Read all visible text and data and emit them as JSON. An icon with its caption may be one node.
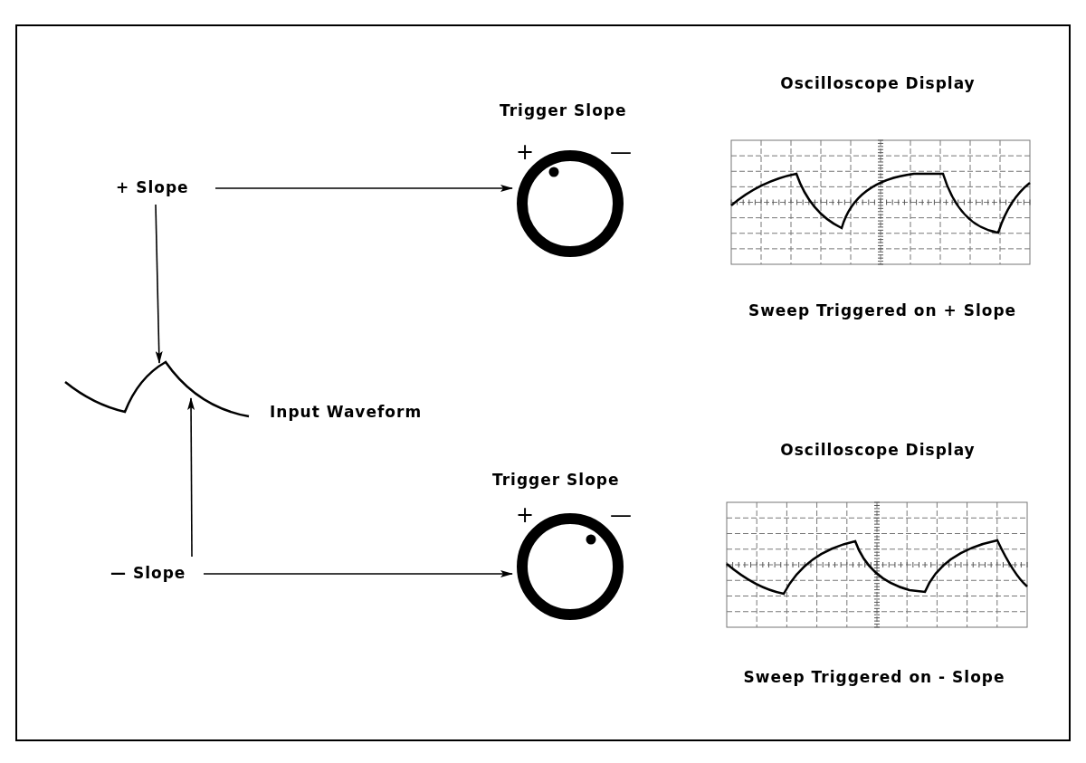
{
  "diagram": {
    "nodes": [
      {
        "text": [
          "+ Slope"
        ]
      },
      {
        "text": [
          "Trigger Slope"
        ],
        "beside": [
          "+",
          "—"
        ]
      },
      {
        "text": [],
        "shape": "waveform",
        "beside": [
          "Input Waveform"
        ]
      },
      {
        "text": [
          "— Slope"
        ]
      },
      {
        "text": [
          "Trigger Slope"
        ],
        "beside": [
          "+",
          "—"
        ]
      }
    ],
    "edges": [
      {
        "from": 0,
        "to": 1,
        "arrow": "to"
      },
      {
        "from": 0,
        "to": 2,
        "arrow": "to"
      },
      {
        "from": 3,
        "to": 2,
        "arrow": "to"
      },
      {
        "from": 3,
        "to": 4,
        "arrow": "to"
      }
    ],
    "labels": [
      "Oscilloscope Display",
      "Sweep Triggered on + Slope",
      "Oscilloscope Display",
      "Sweep Triggered on - Slope"
    ]
  }
}
